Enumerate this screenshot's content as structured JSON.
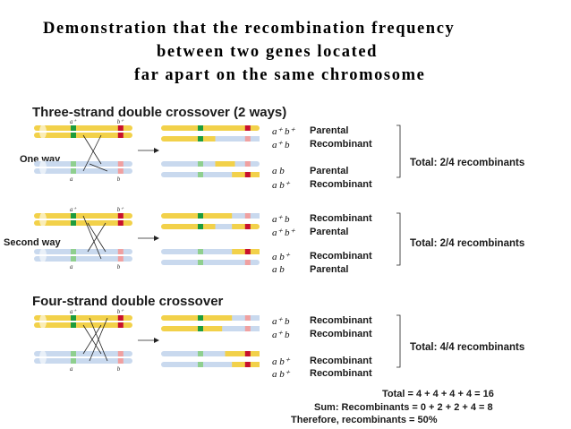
{
  "title": {
    "line1": "Demonstration that the recombination frequency",
    "line2": "between two genes located",
    "line3": "far apart on the same chromosome"
  },
  "sections": [
    {
      "heading": "Three-strand double crossover (2 ways)",
      "groups": [
        {
          "way_label": "One way",
          "rows": [
            {
              "genotype": "a⁺  b⁺",
              "type": "Parental"
            },
            {
              "genotype": "a⁺  b",
              "type": "Recombinant"
            },
            {
              "genotype": "a    b",
              "type": "Parental"
            },
            {
              "genotype": "a    b⁺",
              "type": "Recombinant"
            }
          ],
          "total": "Total: 2/4 recombinants"
        },
        {
          "way_label": "Second way",
          "rows": [
            {
              "genotype": "a⁺  b",
              "type": "Recombinant"
            },
            {
              "genotype": "a⁺  b⁺",
              "type": "Parental"
            },
            {
              "genotype": "a    b⁺",
              "type": "Recombinant"
            },
            {
              "genotype": "a    b",
              "type": "Parental"
            }
          ],
          "total": "Total: 2/4 recombinants"
        }
      ]
    },
    {
      "heading": "Four-strand double crossover",
      "groups": [
        {
          "way_label": "",
          "rows": [
            {
              "genotype": "a⁺  b",
              "type": "Recombinant"
            },
            {
              "genotype": "a⁺  b",
              "type": "Recombinant"
            },
            {
              "genotype": "a    b⁺",
              "type": "Recombinant"
            },
            {
              "genotype": "a    b⁺",
              "type": "Recombinant"
            }
          ],
          "total": "Total: 4/4 recombinants"
        }
      ]
    }
  ],
  "summary": {
    "total": "Total = 4 + 4 + 4 + 4 = 16",
    "sum": "Sum: Recombinants = 0 + 2 + 2 + 4 = 8",
    "therefore": "Therefore, recombinants = 50%"
  },
  "strand_labels": {
    "a_plus": "a⁺",
    "b_plus": "b⁺",
    "a": "a",
    "b": "b"
  },
  "colors": {
    "yellow_chromosome": "#f2d14a",
    "blue_chromosome": "#c9d9ee",
    "a_plus_marker": "#1e9c3c",
    "a_marker": "#8fcf8f",
    "b_plus_marker": "#c8102e",
    "b_marker": "#f0a0a0",
    "text": "#1a1a1a"
  }
}
